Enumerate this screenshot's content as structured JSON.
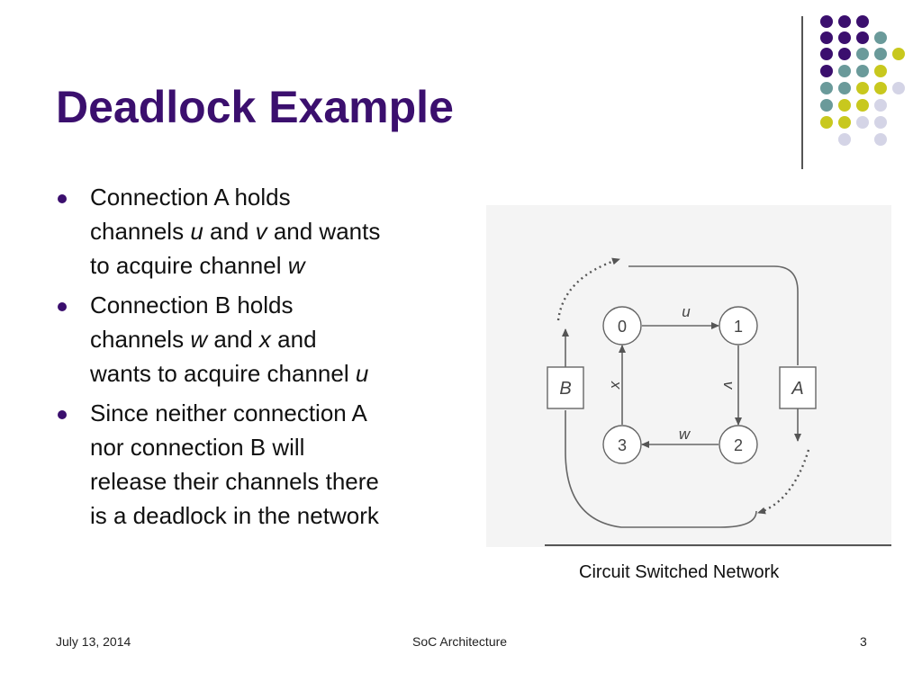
{
  "title": "Deadlock Example",
  "bullets": [
    {
      "lines": [
        [
          {
            "t": "Connection A holds"
          }
        ],
        [
          {
            "t": "channels "
          },
          {
            "t": "u",
            "i": true
          },
          {
            "t": " and "
          },
          {
            "t": "v",
            "i": true
          },
          {
            "t": " and wants"
          }
        ],
        [
          {
            "t": "to acquire channel "
          },
          {
            "t": "w",
            "i": true
          }
        ]
      ]
    },
    {
      "lines": [
        [
          {
            "t": "Connection B holds"
          }
        ],
        [
          {
            "t": "channels "
          },
          {
            "t": "w",
            "i": true
          },
          {
            "t": " and "
          },
          {
            "t": "x",
            "i": true
          },
          {
            "t": " and"
          }
        ],
        [
          {
            "t": "wants to acquire channel "
          },
          {
            "t": "u",
            "i": true
          }
        ]
      ]
    },
    {
      "lines": [
        [
          {
            "t": "Since neither connection A"
          }
        ],
        [
          {
            "t": "nor connection B will"
          }
        ],
        [
          {
            "t": "release their channels there"
          }
        ],
        [
          {
            "t": "is a deadlock in the network"
          }
        ]
      ]
    }
  ],
  "diagram": {
    "nodes": [
      "0",
      "1",
      "2",
      "3"
    ],
    "channels": {
      "top": "u",
      "right": "v",
      "bottom": "w",
      "left": "x"
    },
    "connections": {
      "left_box": "B",
      "right_box": "A"
    }
  },
  "caption": "Circuit Switched Network",
  "footer": {
    "date": "July 13, 2014",
    "center": "SoC Architecture",
    "page": "3"
  },
  "colors": {
    "title": "#3b0f6e",
    "dot_purple": "#3b0f6e",
    "dot_teal": "#6a9a9a",
    "dot_yellow": "#c8c81e",
    "dot_lavender": "#d4d4e6"
  }
}
